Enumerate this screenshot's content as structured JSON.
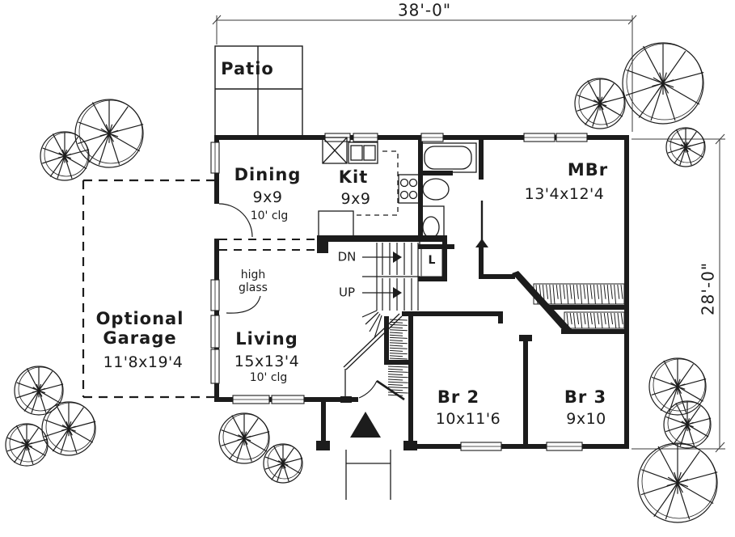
{
  "dimensions": {
    "width_label": "38'-0\"",
    "height_label": "28'-0\""
  },
  "rooms": {
    "patio": {
      "name": "Patio"
    },
    "dining": {
      "name": "Dining",
      "size": "9x9",
      "ceiling": "10' clg"
    },
    "kitchen": {
      "name": "Kit",
      "size": "9x9"
    },
    "master_bedroom": {
      "name": "MBr",
      "size": "13'4x12'4"
    },
    "garage": {
      "name": "Optional Garage",
      "size": "11'8x19'4"
    },
    "living": {
      "name": "Living",
      "size": "15x13'4",
      "ceiling": "10' clg"
    },
    "bedroom_2": {
      "name": "Br 2",
      "size": "10x11'6"
    },
    "bedroom_3": {
      "name": "Br 3",
      "size": "9x10"
    }
  },
  "annotations": {
    "stairs_down": "DN",
    "stairs_up": "UP",
    "linen_closet": "L",
    "high_glass": "high glass"
  },
  "colors": {
    "ink": "#1c1c1c",
    "paper": "#ffffff"
  }
}
